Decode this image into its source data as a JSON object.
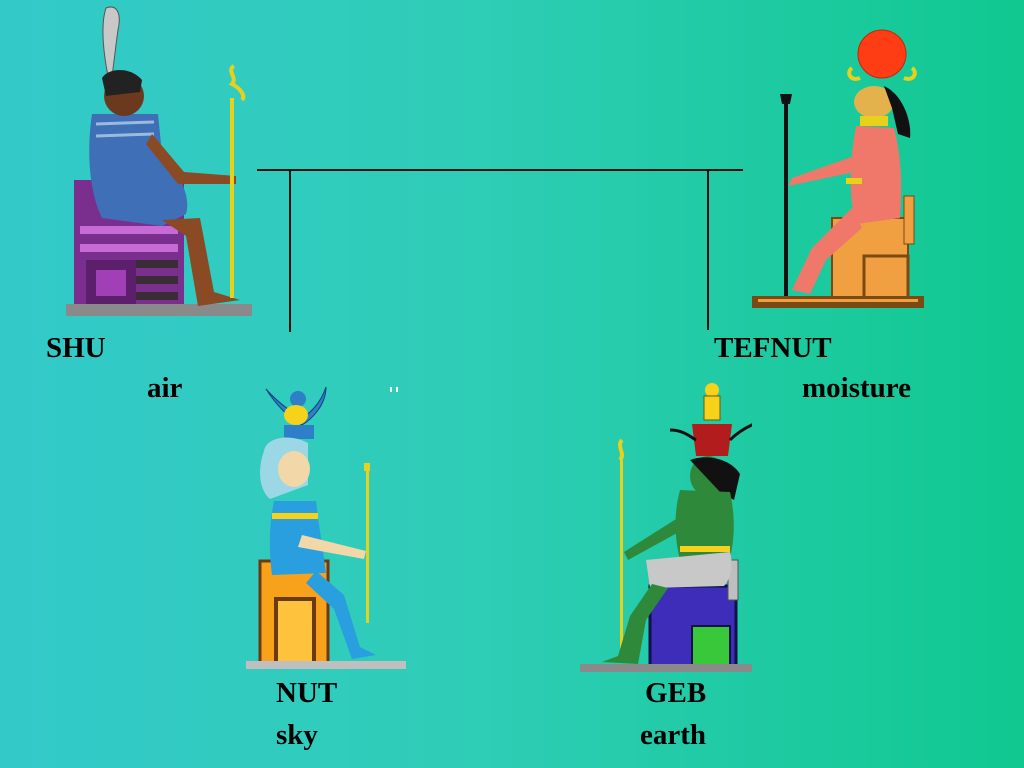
{
  "deities": [
    {
      "name": "SHU",
      "domain": "air"
    },
    {
      "name": "TEFNUT",
      "domain": "moisture"
    },
    {
      "name": "NUT",
      "domain": "sky"
    },
    {
      "name": "GEB",
      "domain": "earth"
    }
  ],
  "colors": {
    "background_left": "#33c9c9",
    "background_right": "#10c890",
    "text": "#000000",
    "connector": "#111111"
  }
}
